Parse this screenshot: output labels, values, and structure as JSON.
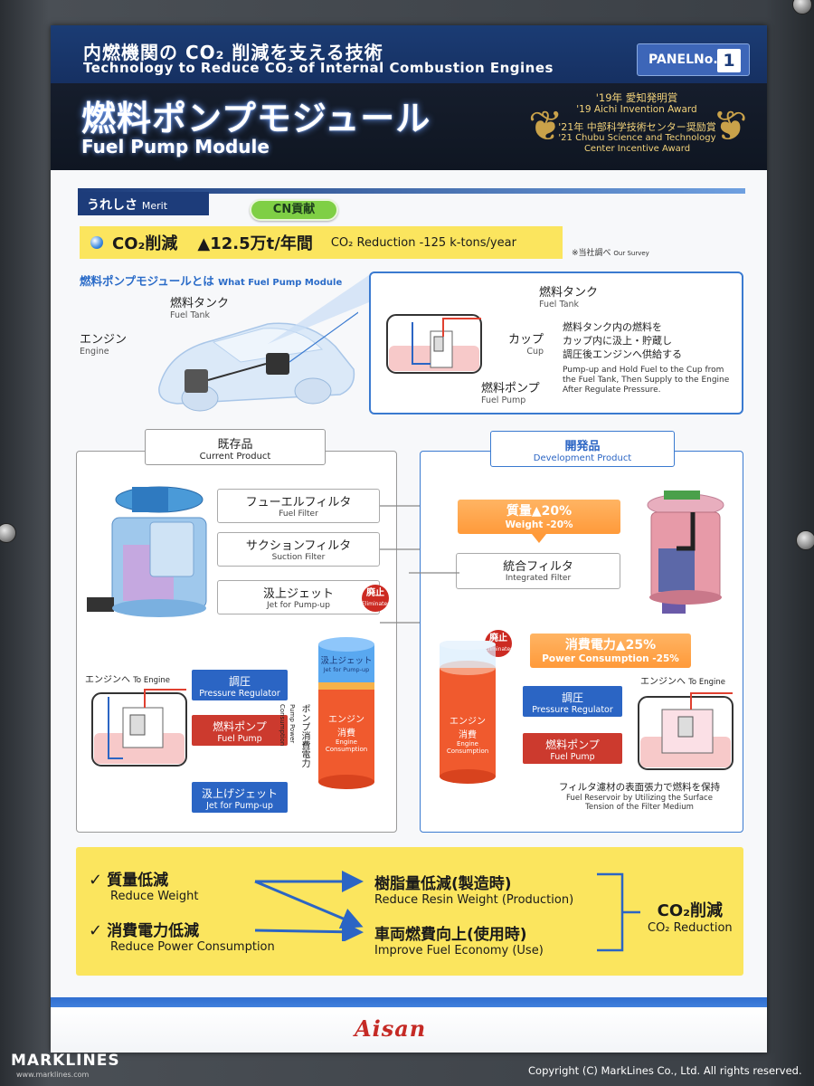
{
  "header": {
    "subtitle_jp": "内燃機関の CO₂ 削減を支える技術",
    "subtitle_en": "Technology to Reduce CO₂ of Internal Combustion Engines",
    "panel_label": "PANELNo.",
    "panel_number": "1",
    "title_jp": "燃料ポンプモジュール",
    "title_en": "Fuel Pump Module",
    "award": {
      "line1_jp": "'19年 愛知発明賞",
      "line1_en": "'19 Aichi Invention Award",
      "line2_jp": "'21年 中部科学技術センター奨励賞",
      "line2_en": "'21 Chubu Science and Technology Center Incentive Award"
    }
  },
  "merit": {
    "label_jp": "うれしさ",
    "label_en": "Merit",
    "cn_badge": "CN貢献",
    "co2_jp": "CO₂削減",
    "co2_value": "▲12.5万t/年間",
    "co2_en": "CO₂ Reduction -125 k-tons/year",
    "survey_jp": "※当社調べ",
    "survey_en": "Our Survey"
  },
  "what": {
    "title_jp": "燃料ポンプモジュールとは",
    "title_en": "What Fuel Pump Module",
    "engine_jp": "エンジン",
    "engine_en": "Engine",
    "tank_jp": "燃料タンク",
    "tank_en": "Fuel Tank",
    "box": {
      "tank_jp": "燃料タンク",
      "tank_en": "Fuel Tank",
      "cup_jp": "カップ",
      "cup_en": "Cup",
      "pump_jp": "燃料ポンプ",
      "pump_en": "Fuel Pump",
      "desc_jp_1": "燃料タンク内の燃料を",
      "desc_jp_2": "カップ内に汲上・貯蔵し",
      "desc_jp_3": "調圧後エンジンへ供給する",
      "desc_en_1": "Pump-up and Hold Fuel to the Cup from",
      "desc_en_2": "the Fuel Tank, Then Supply to the Engine",
      "desc_en_3": "After Regulate Pressure."
    }
  },
  "current": {
    "title_jp": "既存品",
    "title_en": "Current Product",
    "fuel_filter_jp": "フューエルフィルタ",
    "fuel_filter_en": "Fuel Filter",
    "suction_jp": "サクションフィルタ",
    "suction_en": "Suction Filter",
    "jet_jp": "汲上ジェット",
    "jet_en": "Jet for Pump-up",
    "eliminated_jp": "廃止",
    "eliminated_en": "Eliminated",
    "to_engine_jp": "エンジンへ",
    "to_engine_en": "To Engine",
    "regulator_jp": "調圧",
    "regulator_en": "Pressure Regulator",
    "pump_jp": "燃料ポンプ",
    "pump_en": "Fuel Pump",
    "jet2_jp": "汲上げジェット",
    "jet2_en": "Jet for Pump-up",
    "pump_power_jp": "ポンプ消費電力",
    "pump_power_en": "Pump Power Consumption",
    "cyl_jet_jp": "汲上ジェット",
    "cyl_jet_en": "Jet for Pump-up",
    "cyl_engine_jp_1": "エンジン",
    "cyl_engine_jp_2": "消費",
    "cyl_engine_en_1": "Engine",
    "cyl_engine_en_2": "Consumption"
  },
  "development": {
    "title_jp": "開発品",
    "title_en": "Development Product",
    "weight_jp": "質量▲20%",
    "weight_en": "Weight -20%",
    "integrated_jp": "統合フィルタ",
    "integrated_en": "Integrated Filter",
    "eliminated_jp": "廃止",
    "eliminated_en": "Eliminated",
    "power_jp": "消費電力▲25%",
    "power_en": "Power Consumption -25%",
    "to_engine_jp": "エンジンへ",
    "to_engine_en": "To Engine",
    "regulator_jp": "調圧",
    "regulator_en": "Pressure Regulator",
    "pump_jp": "燃料ポンプ",
    "pump_en": "Fuel Pump",
    "reservoir_jp": "フィルタ濾材の表面張力で燃料を保持",
    "reservoir_en_1": "Fuel Reservoir by Utilizing the Surface",
    "reservoir_en_2": "Tension of the Filter Medium",
    "cyl_engine_jp_1": "エンジン",
    "cyl_engine_jp_2": "消費",
    "cyl_engine_en_1": "Engine",
    "cyl_engine_en_2": "Consumption"
  },
  "summary": {
    "check1_jp": "質量低減",
    "check1_en": "Reduce Weight",
    "check2_jp": "消費電力低減",
    "check2_en": "Reduce Power Consumption",
    "result1_jp": "樹脂量低減(製造時)",
    "result1_en": "Reduce Resin Weight (Production)",
    "result2_jp": "車両燃費向上(使用時)",
    "result2_en": "Improve Fuel Economy (Use)",
    "final_jp": "CO₂削減",
    "final_en": "CO₂ Reduction"
  },
  "footer": {
    "brand": "Aisan",
    "watermark": "MARKLINES",
    "watermark_url": "www.marklines.com",
    "copyright": "Copyright (C) MarkLines Co., Ltd. All rights reserved."
  },
  "colors": {
    "navy": "#1d3c7a",
    "blue": "#2b65c4",
    "red": "#cc3a2e",
    "yellow": "#fbe55e",
    "orange": "#ff9a3a",
    "green": "#7fcf45"
  }
}
